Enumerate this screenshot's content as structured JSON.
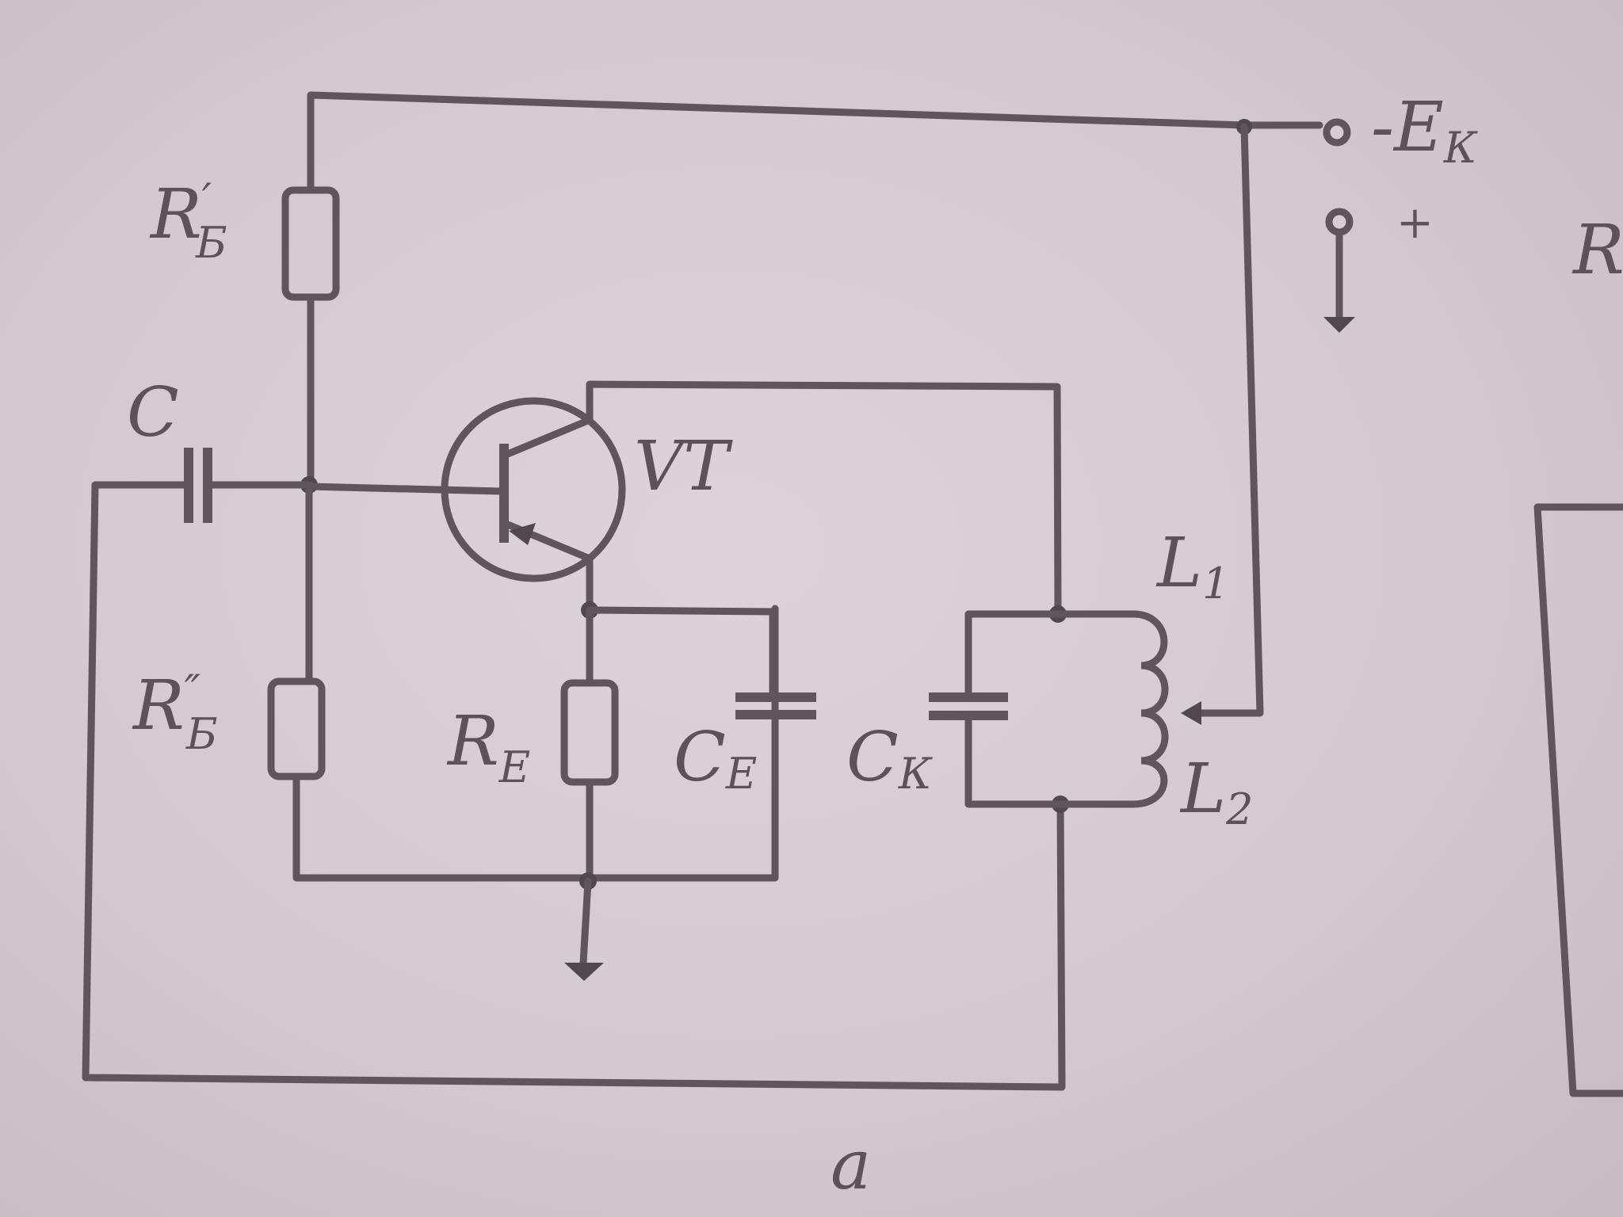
{
  "diagram": {
    "labels": {
      "rb_top_main": "R",
      "rb_top_sub": "Б",
      "rb_top_prime": "′",
      "rb_bot_main": "R",
      "rb_bot_sub": "Б",
      "rb_bot_prime": "″",
      "c_main": "C",
      "vt": "VT",
      "re_main": "R",
      "re_sub": "Е",
      "ce_main": "C",
      "ce_sub": "Е",
      "ck_main": "C",
      "ck_sub": "К",
      "l1_main": "L",
      "l1_sub": "1",
      "l2_main": "L",
      "l2_sub": "2",
      "ek": "-E",
      "ek_sub": "К",
      "plus": "+",
      "right_partial": "R",
      "caption": "а"
    }
  }
}
